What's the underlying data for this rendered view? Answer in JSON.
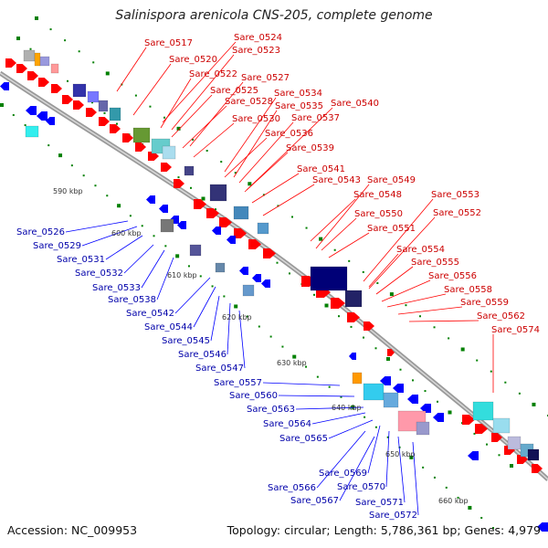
{
  "title": "Salinispora arenicola CNS-205, complete genome",
  "footer": {
    "accession": "Accession: NC_009953",
    "summary": "Topology: circular; Length: 5,786,361 bp; Genes: 4,979"
  },
  "colors": {
    "forward": "#ff0000",
    "reverse": "#0000ff",
    "backbone": "#9a9a9a",
    "tick": "#008000"
  },
  "kbp_ticks": [
    "590 kbp",
    "600 kbp",
    "610 kbp",
    "620 kbp",
    "630 kbp",
    "640 kbp",
    "650 kbp",
    "660 kbp"
  ],
  "forward_labels": [
    "Sare_0517",
    "Sare_0524",
    "Sare_0520",
    "Sare_0523",
    "Sare_0522",
    "Sare_0527",
    "Sare_0525",
    "Sare_0534",
    "Sare_0528",
    "Sare_0540",
    "Sare_0535",
    "Sare_0530",
    "Sare_0537",
    "Sare_0536",
    "Sare_0539",
    "Sare_0541",
    "Sare_0543",
    "Sare_0549",
    "Sare_0548",
    "Sare_0553",
    "Sare_0550",
    "Sare_0552",
    "Sare_0551",
    "Sare_0554",
    "Sare_0555",
    "Sare_0556",
    "Sare_0558",
    "Sare_0559",
    "Sare_0562",
    "Sare_0574"
  ],
  "reverse_labels": [
    "Sare_0526",
    "Sare_0529",
    "Sare_0531",
    "Sare_0532",
    "Sare_0533",
    "Sare_0538",
    "Sare_0542",
    "Sare_0544",
    "Sare_0545",
    "Sare_0546",
    "Sare_0547",
    "Sare_0557",
    "Sare_0560",
    "Sare_0563",
    "Sare_0564",
    "Sare_0565",
    "Sare_0569",
    "Sare_0566",
    "Sare_0570",
    "Sare_0567",
    "Sare_0571",
    "Sare_0572"
  ]
}
